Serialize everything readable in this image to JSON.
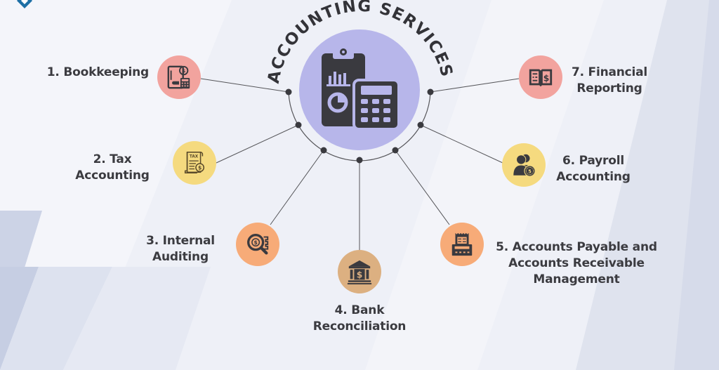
{
  "title": "ACCOUNTING SERVICES",
  "colors": {
    "background": "#eef0f7",
    "text": "#3b3b40",
    "hub": "#b7b6ea",
    "icon_dark": "#3a3a3f",
    "connector": "#555559",
    "pink": "#f2a39e",
    "yellow": "#f5da7f",
    "orange": "#f7ab78",
    "tan": "#dcb081",
    "brand": "#1d6fa5"
  },
  "hub": {
    "icon": "clipboard-calculator-icon"
  },
  "services": [
    {
      "number": "1.",
      "lines": [
        "1. Bookkeeping"
      ],
      "icon": "ledger-calculator-icon",
      "color": "#f2a39e"
    },
    {
      "number": "2.",
      "lines": [
        "2. Tax",
        "Accounting"
      ],
      "icon": "tax-document-icon",
      "color": "#f5da7f"
    },
    {
      "number": "3.",
      "lines": [
        "3. Internal",
        "Auditing"
      ],
      "icon": "magnifier-dollar-icon",
      "color": "#f7ab78"
    },
    {
      "number": "4.",
      "lines": [
        "4. Bank",
        "Reconciliation"
      ],
      "icon": "bank-icon",
      "color": "#dcb081"
    },
    {
      "number": "5.",
      "lines": [
        "5. Accounts Payable and",
        "Accounts Receivable",
        "Management"
      ],
      "icon": "cash-register-icon",
      "color": "#f7ab78"
    },
    {
      "number": "6.",
      "lines": [
        "6. Payroll",
        "Accounting"
      ],
      "icon": "people-coin-icon",
      "color": "#f5da7f"
    },
    {
      "number": "7.",
      "lines": [
        "7. Financial",
        "Reporting"
      ],
      "icon": "report-book-icon",
      "color": "#f2a39e"
    }
  ]
}
